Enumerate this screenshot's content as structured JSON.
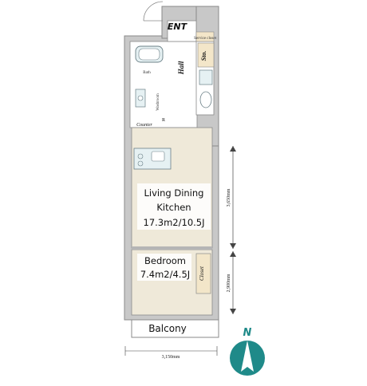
{
  "labels": {
    "entrance": "ENT",
    "hall": "Hall",
    "storage": "Sto.",
    "service_closet": "Service closet",
    "counter": "Counter",
    "bath": "Bath",
    "washroom": "Washroom",
    "r_mark": "R",
    "living_line1": "Living Dining",
    "living_line2": "Kitchen",
    "living_area": "17.3m2/10.5J",
    "bedroom": "Bedroom",
    "bedroom_area": "7.4m2/4.5J",
    "closet": "Closet",
    "balcony": "Balcony",
    "north": "N"
  },
  "dimensions": {
    "width_total": "3,150mm",
    "ldk_depth": "3,650mm",
    "bedroom_depth": "2,900mm"
  },
  "colors": {
    "wall": "#c8c8c8",
    "wall_line": "#8a8a8a",
    "floor_wood": "#efe9d9",
    "floor_tile": "#ffffff",
    "compass_fill": "#1f8a89",
    "closet_fill": "#f3e6c9",
    "label_dark": "#111111"
  },
  "icons": {
    "compass": "north-compass-icon",
    "bathtub": "bathtub-icon",
    "toilet": "toilet-icon",
    "stove": "stove-icon",
    "sink": "sink-icon"
  }
}
